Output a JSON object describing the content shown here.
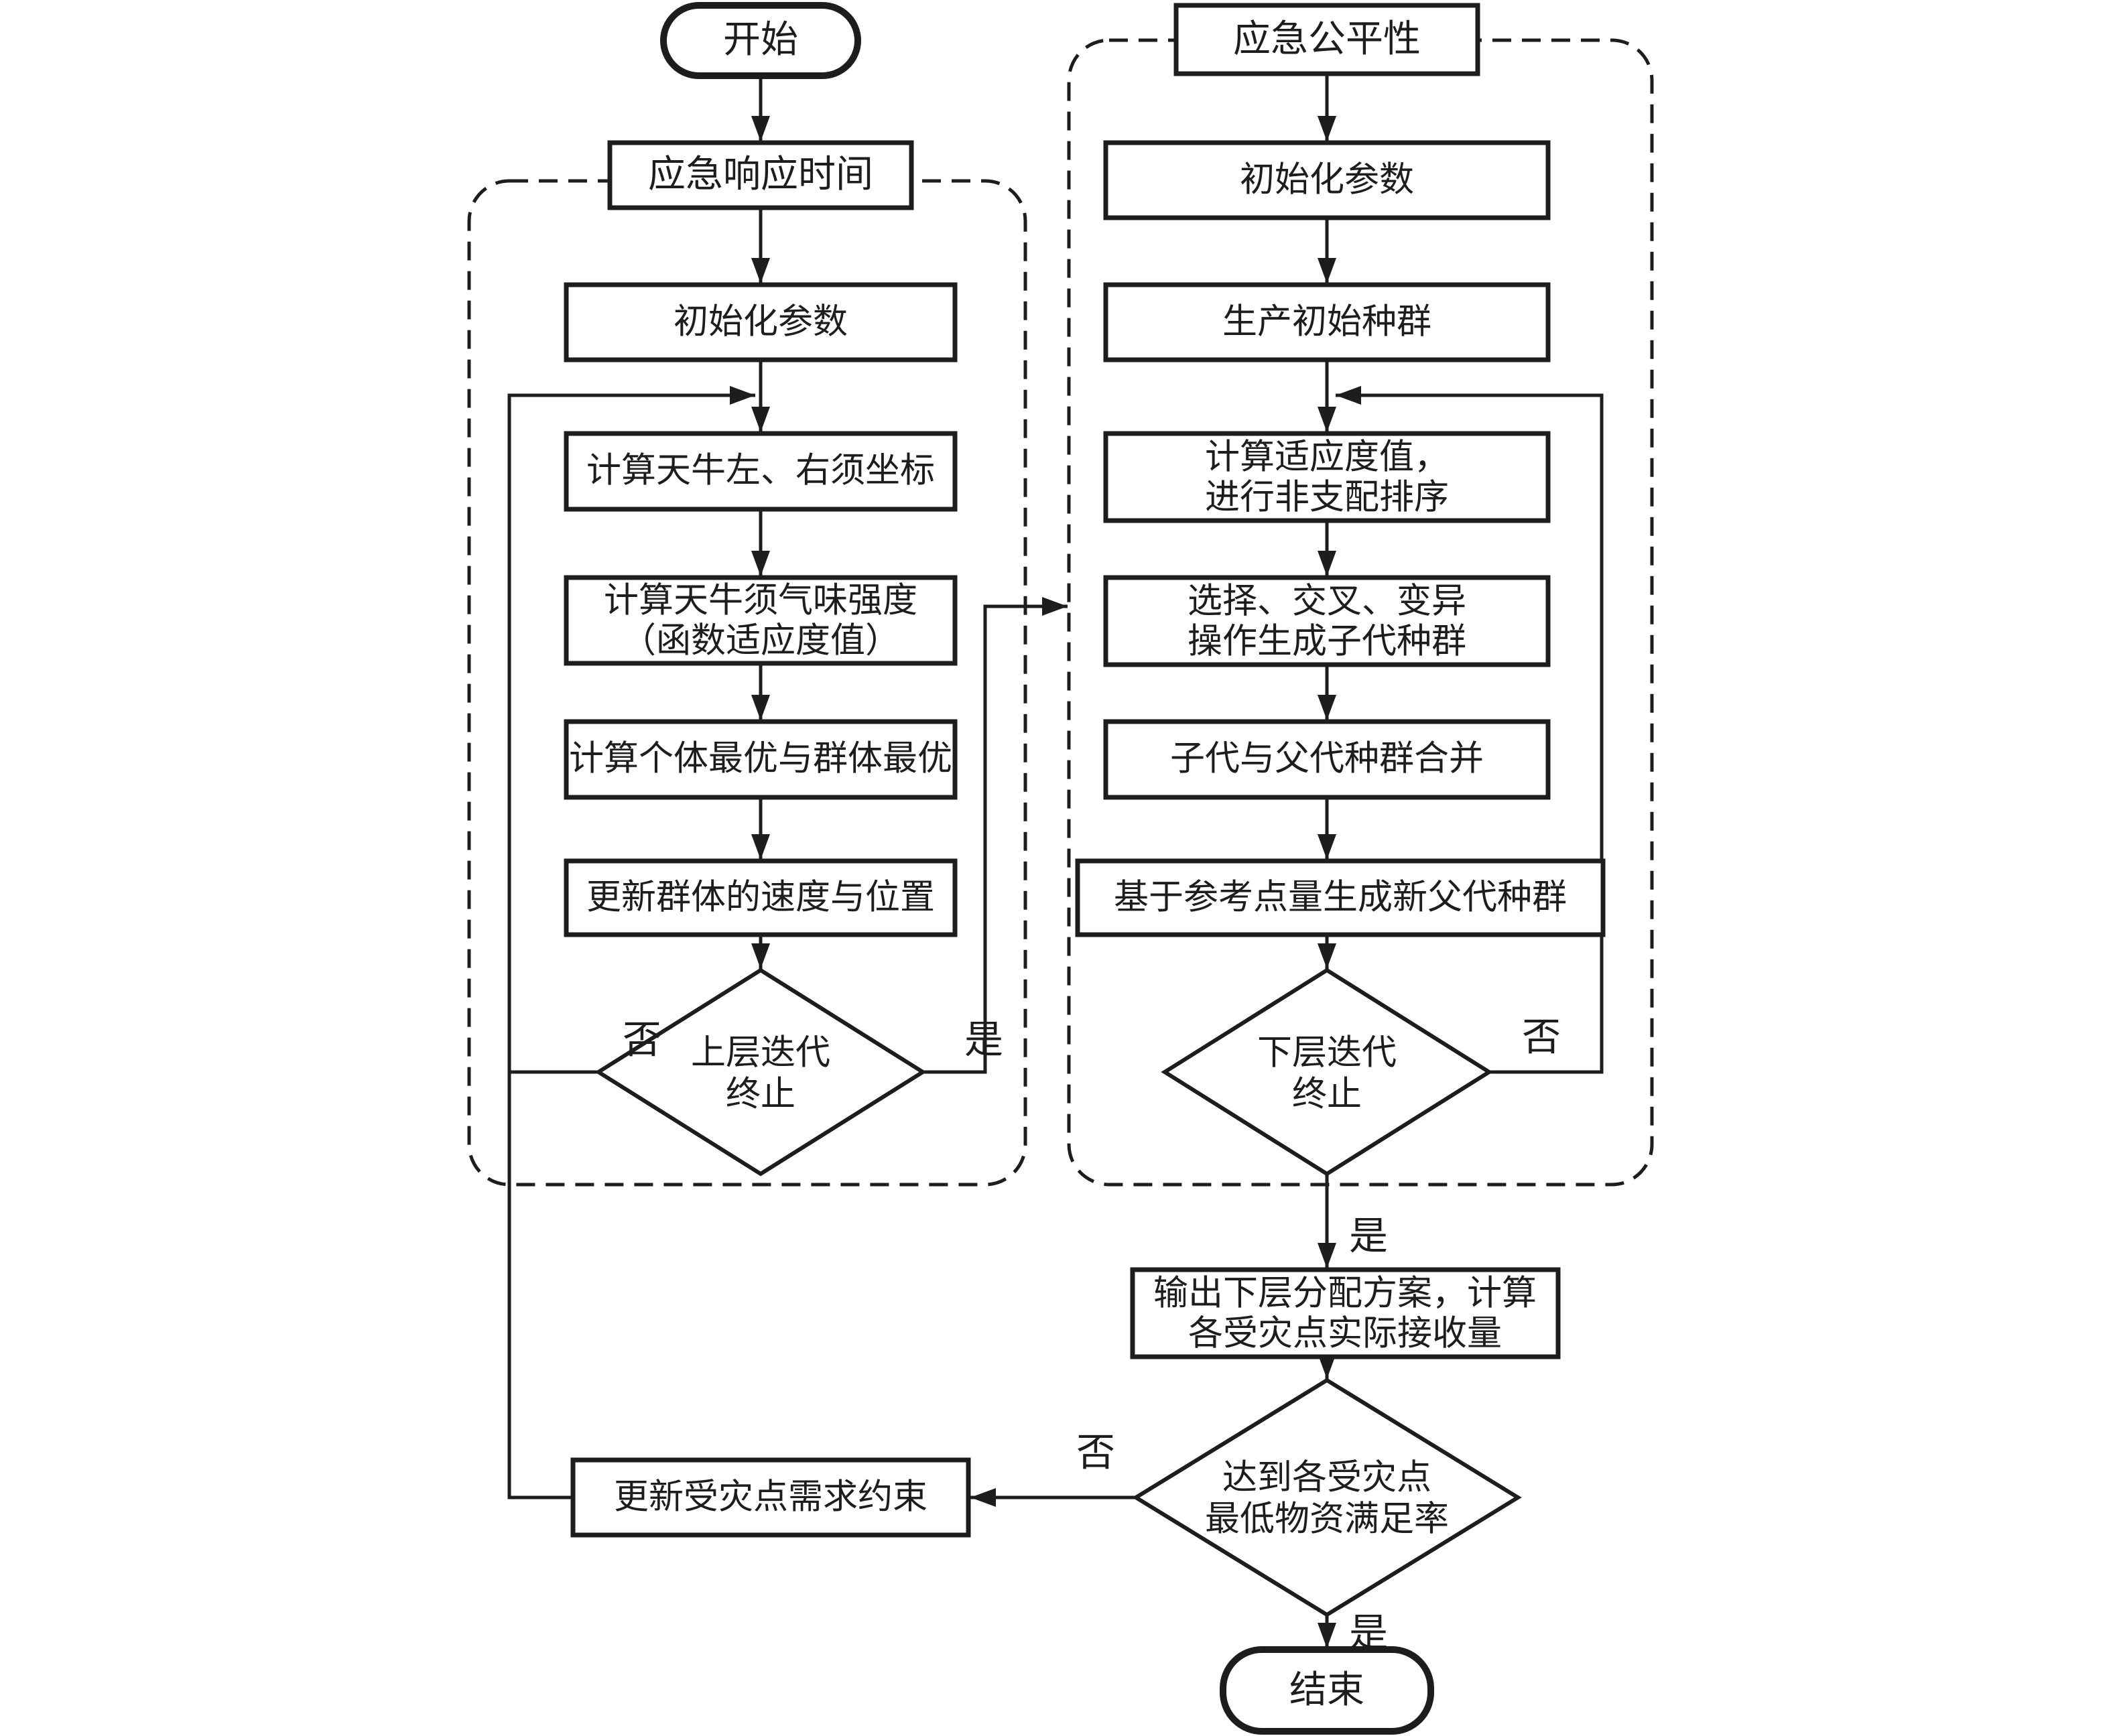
{
  "flowchart": {
    "colors": {
      "stroke": "#1d1d1d",
      "background": "#ffffff"
    },
    "start_label": "开始",
    "end_label": "结束",
    "yes_label": "是",
    "no_label": "否",
    "upper_module": {
      "title": "应急响应时间",
      "init": "初始化参数",
      "step_coords": "计算天牛左、右须坐标",
      "step_smell_line1": "计算天牛须气味强度",
      "step_smell_line2": "（函数适应度值）",
      "step_best": "计算个体最优与群体最优",
      "step_update": "更新群体的速度与位置",
      "decision_line1": "上层迭代",
      "decision_line2": "终止"
    },
    "lower_module": {
      "title": "应急公平性",
      "init": "初始化参数",
      "step_population": "生产初始种群",
      "step_fitness_line1": "计算适应度值，",
      "step_fitness_line2": "进行非支配排序",
      "step_genetic_line1": "选择、交叉、变异",
      "step_genetic_line2": "操作生成子代种群",
      "step_merge": "子代与父代种群合并",
      "step_reference": "基于参考点量生成新父代种群",
      "decision_line1": "下层迭代",
      "decision_line2": "终止"
    },
    "bottom_flow": {
      "output_line1": "输出下层分配方案，计算",
      "output_line2": "各受灾点实际接收量",
      "decision_line1": "达到各受灾点",
      "decision_line2": "最低物资满足率",
      "update_constraint": "更新受灾点需求约束"
    }
  }
}
